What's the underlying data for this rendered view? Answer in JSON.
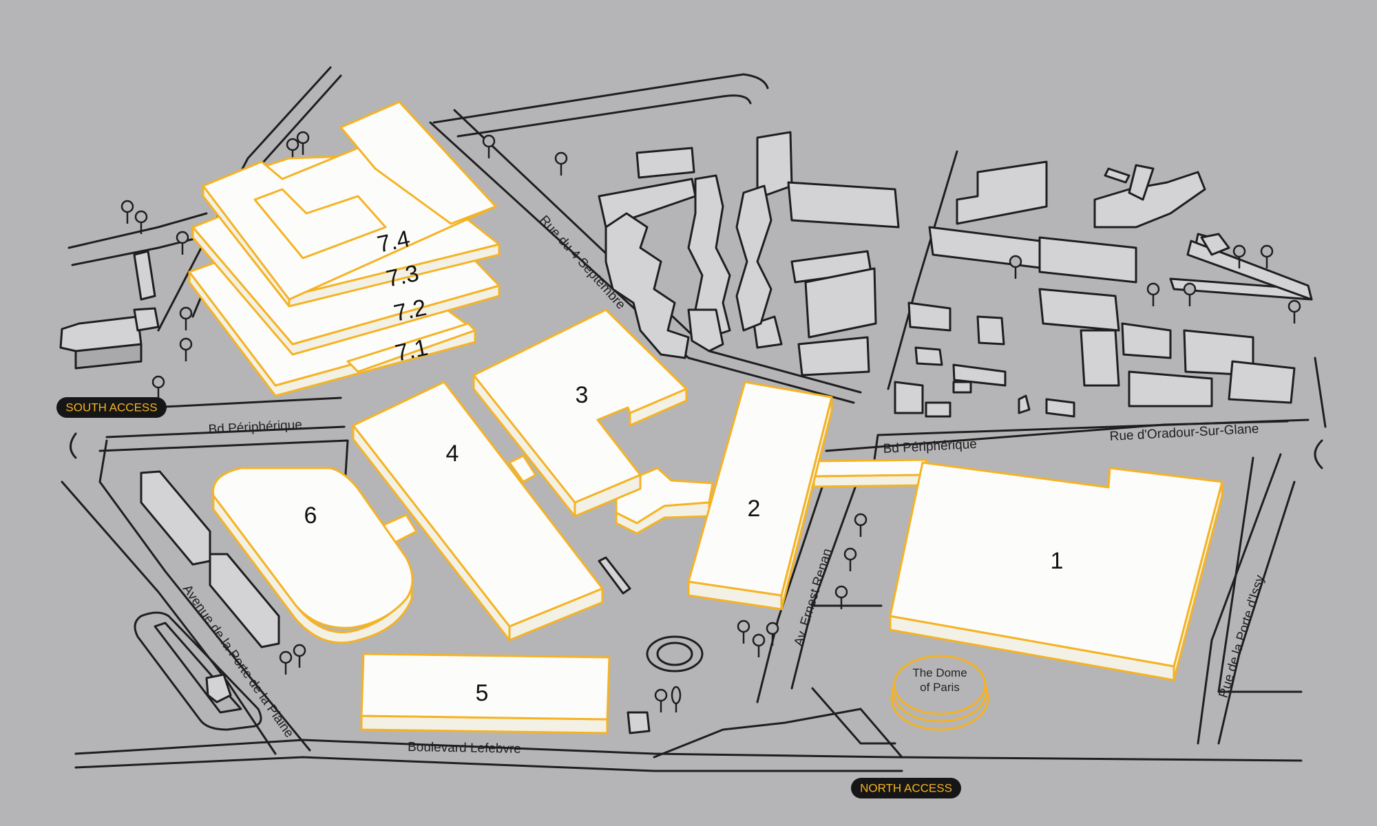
{
  "colors": {
    "background": "#b5b5b7",
    "line": "#1e1e1e",
    "accent": "#f5b324",
    "hall_fill": "#fcfcfa",
    "pill": "#161616"
  },
  "halls": {
    "h1": "1",
    "h2": "2",
    "h3": "3",
    "h4": "4",
    "h5": "5",
    "h6": "6",
    "h71": "7.1",
    "h72": "7.2",
    "h73": "7.3",
    "h74": "7.4"
  },
  "streets": {
    "bd_peripherique_west": "Bd Périphérique",
    "bd_peripherique_east": "Bd Périphérique",
    "rue_4_septembre": "Rue du 4 Septembre",
    "rue_oradour": "Rue d'Oradour-Sur-Glane",
    "avenue_porte_plaine": "Avenue de la Porte de la Plaine",
    "boulevard_lefebvre": "Boulevard Lefebvre",
    "av_ernest_renan": "Av. Ernest Renan",
    "rue_porte_issy": "Rue de la Porte d'Issy"
  },
  "access": {
    "south": "SOUTH ACCESS",
    "north": "NORTH ACCESS"
  },
  "landmark": {
    "dome_line1": "The Dome",
    "dome_line2": "of Paris"
  }
}
